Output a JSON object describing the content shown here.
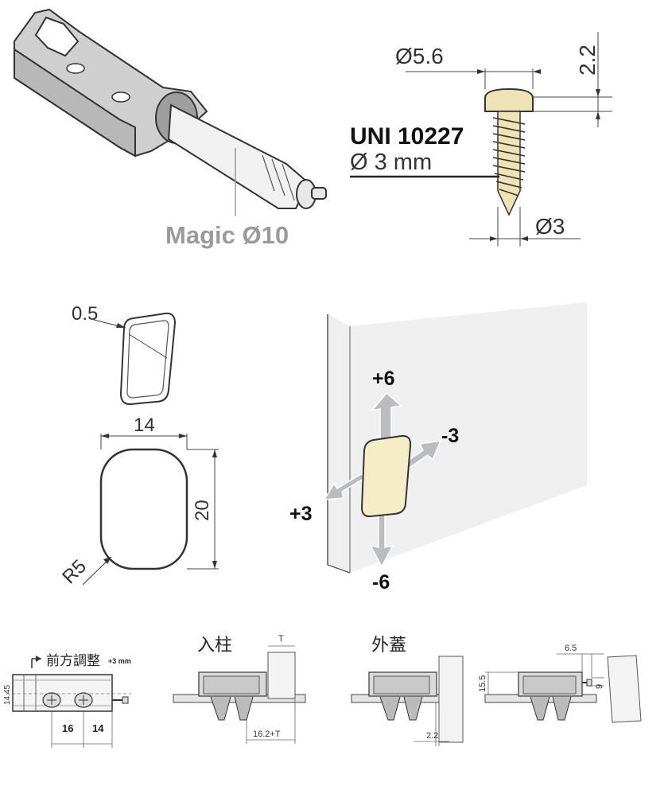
{
  "top_left": {
    "magic_label": "Magic Ø10"
  },
  "screw": {
    "head_dia": "Ø5.6",
    "head_height": "2.2",
    "standard": "UNI 10227",
    "thread_spec": "Ø 3 mm",
    "shank_dia": "Ø3"
  },
  "plate": {
    "edge": "0.5",
    "width": "14",
    "height": "20",
    "radius": "R5"
  },
  "adjust": {
    "up": "+6",
    "down": "-6",
    "left": "+3",
    "right": "-3"
  },
  "bottom": {
    "front_adjust": "前方調整",
    "front_adjust_note": "+3 mm",
    "side_dim": "14.45",
    "dim_16": "16",
    "dim_14": "14",
    "inset_title": "入柱",
    "inset_t": "T",
    "inset_dim": "16.2+T",
    "overlay_title": "外蓋",
    "overlay_dim": "2.2",
    "right_dim_65": "6.5",
    "right_dim_155": "15.5",
    "right_dim_9": "9"
  },
  "colors": {
    "gray_part": "#c8c8c8",
    "arrow_gray": "#b9bcc0",
    "plate_cream": "#f5ecc8",
    "screw_cream": "#efe3b6",
    "panel_face": "#efefef",
    "label_gray": "#9a9a9a"
  }
}
